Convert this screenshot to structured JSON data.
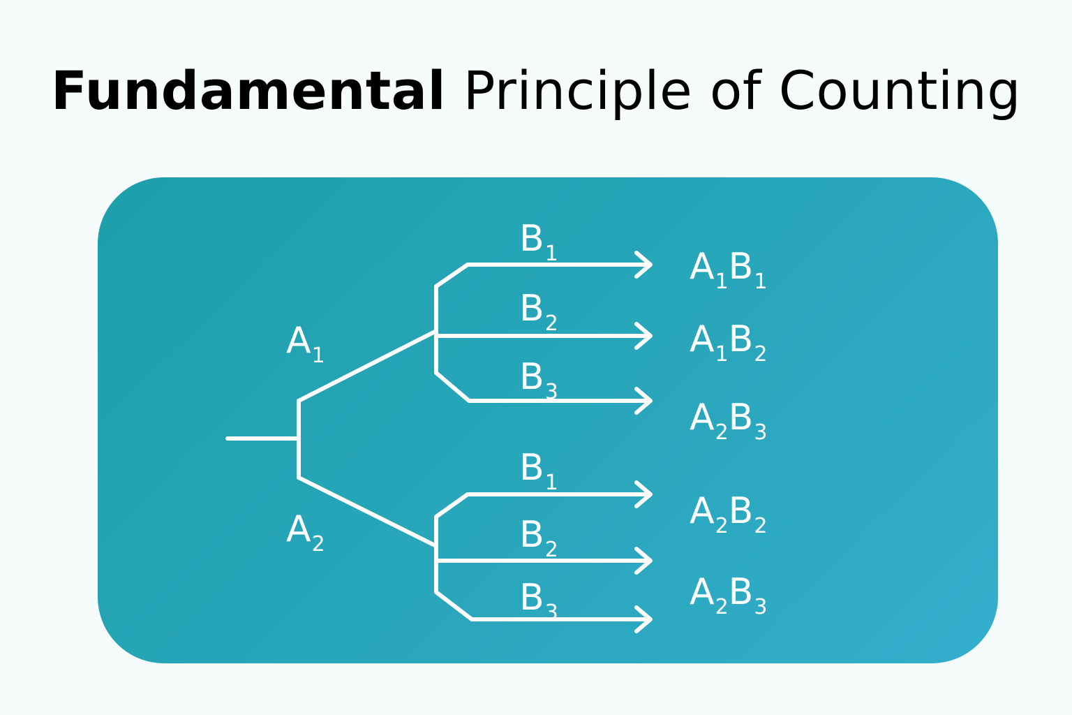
{
  "title": {
    "word1": "Fundamental",
    "rest": "Principle of Counting"
  },
  "colors": {
    "panel": "#21a3b4",
    "lines": "#ffffff",
    "title": "#000000"
  },
  "tree": {
    "first_stage": [
      {
        "letter": "A",
        "sub": "1"
      },
      {
        "letter": "A",
        "sub": "2"
      }
    ],
    "upper_branches": [
      {
        "letter": "B",
        "sub": "1"
      },
      {
        "letter": "B",
        "sub": "2"
      },
      {
        "letter": "B",
        "sub": "3"
      }
    ],
    "lower_branches": [
      {
        "letter": "B",
        "sub": "1"
      },
      {
        "letter": "B",
        "sub": "2"
      },
      {
        "letter": "B",
        "sub": "3"
      }
    ],
    "outcomes": [
      {
        "a": "A",
        "a_sub": "1",
        "b": "B",
        "b_sub": "1"
      },
      {
        "a": "A",
        "a_sub": "1",
        "b": "B",
        "b_sub": "2"
      },
      {
        "a": "A",
        "a_sub": "2",
        "b": "B",
        "b_sub": "3"
      },
      {
        "a": "A",
        "a_sub": "2",
        "b": "B",
        "b_sub": "2"
      },
      {
        "a": "A",
        "a_sub": "2",
        "b": "B",
        "b_sub": "3"
      }
    ]
  }
}
